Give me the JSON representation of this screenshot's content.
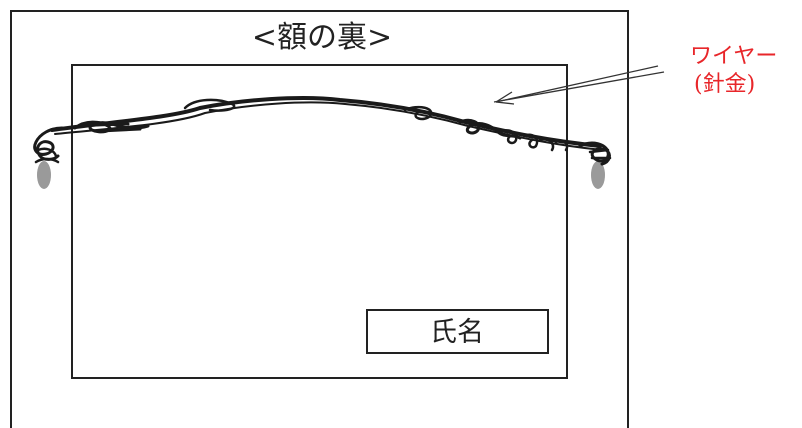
{
  "diagram": {
    "title": "<額の裏>",
    "name_plate": "氏名",
    "wire_label_line1": "ワイヤー",
    "wire_label_line2": "(針金)"
  },
  "colors": {
    "line": "#222222",
    "annotation": "#e8262a",
    "hook": "#9a9a9a",
    "background": "#ffffff"
  }
}
